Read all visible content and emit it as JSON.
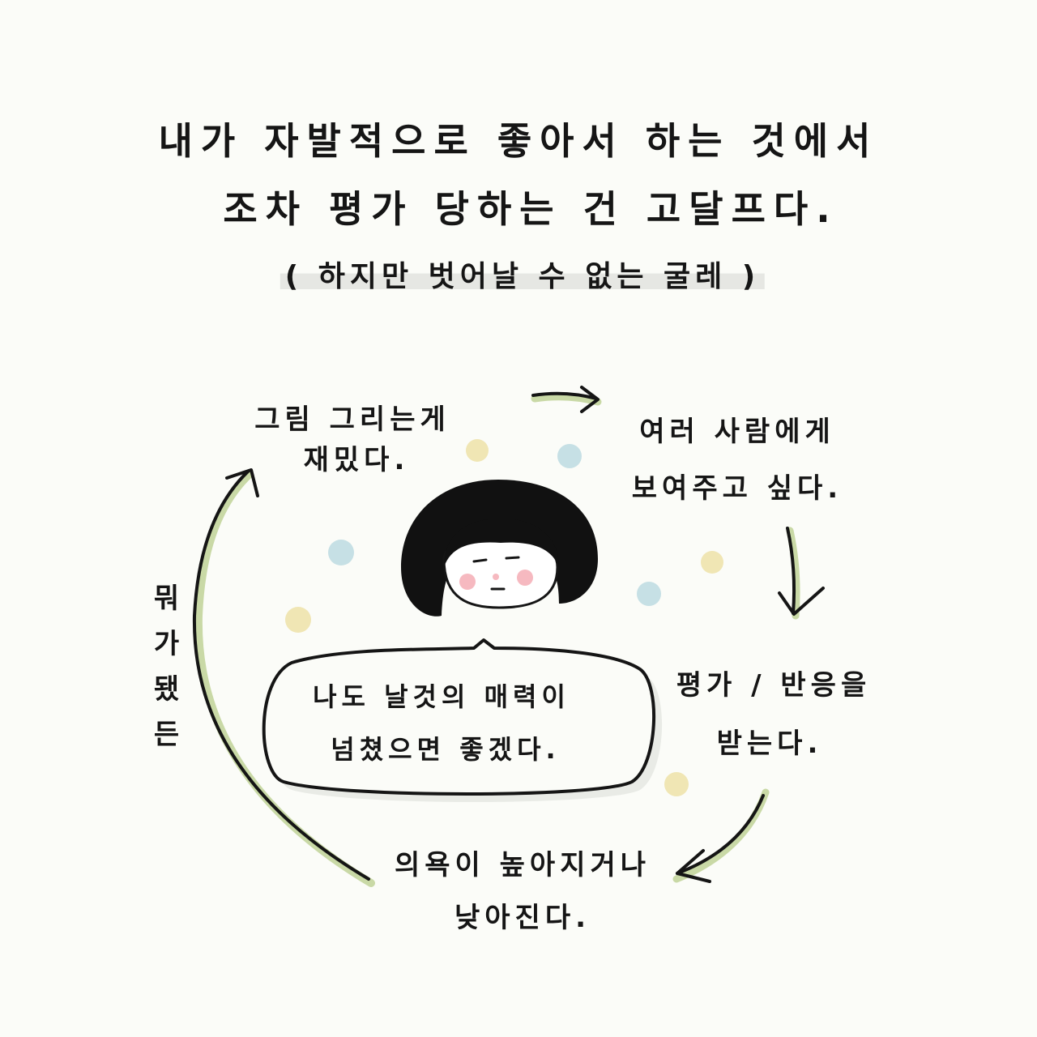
{
  "title": {
    "line1": "내가 자발적으로 좋아서 하는 것에서",
    "line2": "조차 평가 당하는 건 고달프다.",
    "subtitle": "( 하지만 벗어날 수 없는 굴레 )"
  },
  "cycle": {
    "step1": {
      "line1": "그림 그리는게",
      "line2": "재밌다."
    },
    "step2": {
      "line1": "여러 사람에게",
      "line2": "보여주고 싶다."
    },
    "step3": {
      "line1": "평가 / 반응을",
      "line2": "받는다."
    },
    "step4": {
      "line1": "의욕이 높아지거나",
      "line2": "낮아진다."
    },
    "return_label": "뭐가됐든"
  },
  "speech_bubble": {
    "line1": "나도 날것의 매력이",
    "line2": "넘쳤으면 좋겠다."
  },
  "colors": {
    "arrow_accent": "#c9d9a6",
    "dot_yellow": "#f0e6b4",
    "dot_blue": "#c6e0e5",
    "cheek": "#f6b9c0",
    "ink": "#151515"
  }
}
